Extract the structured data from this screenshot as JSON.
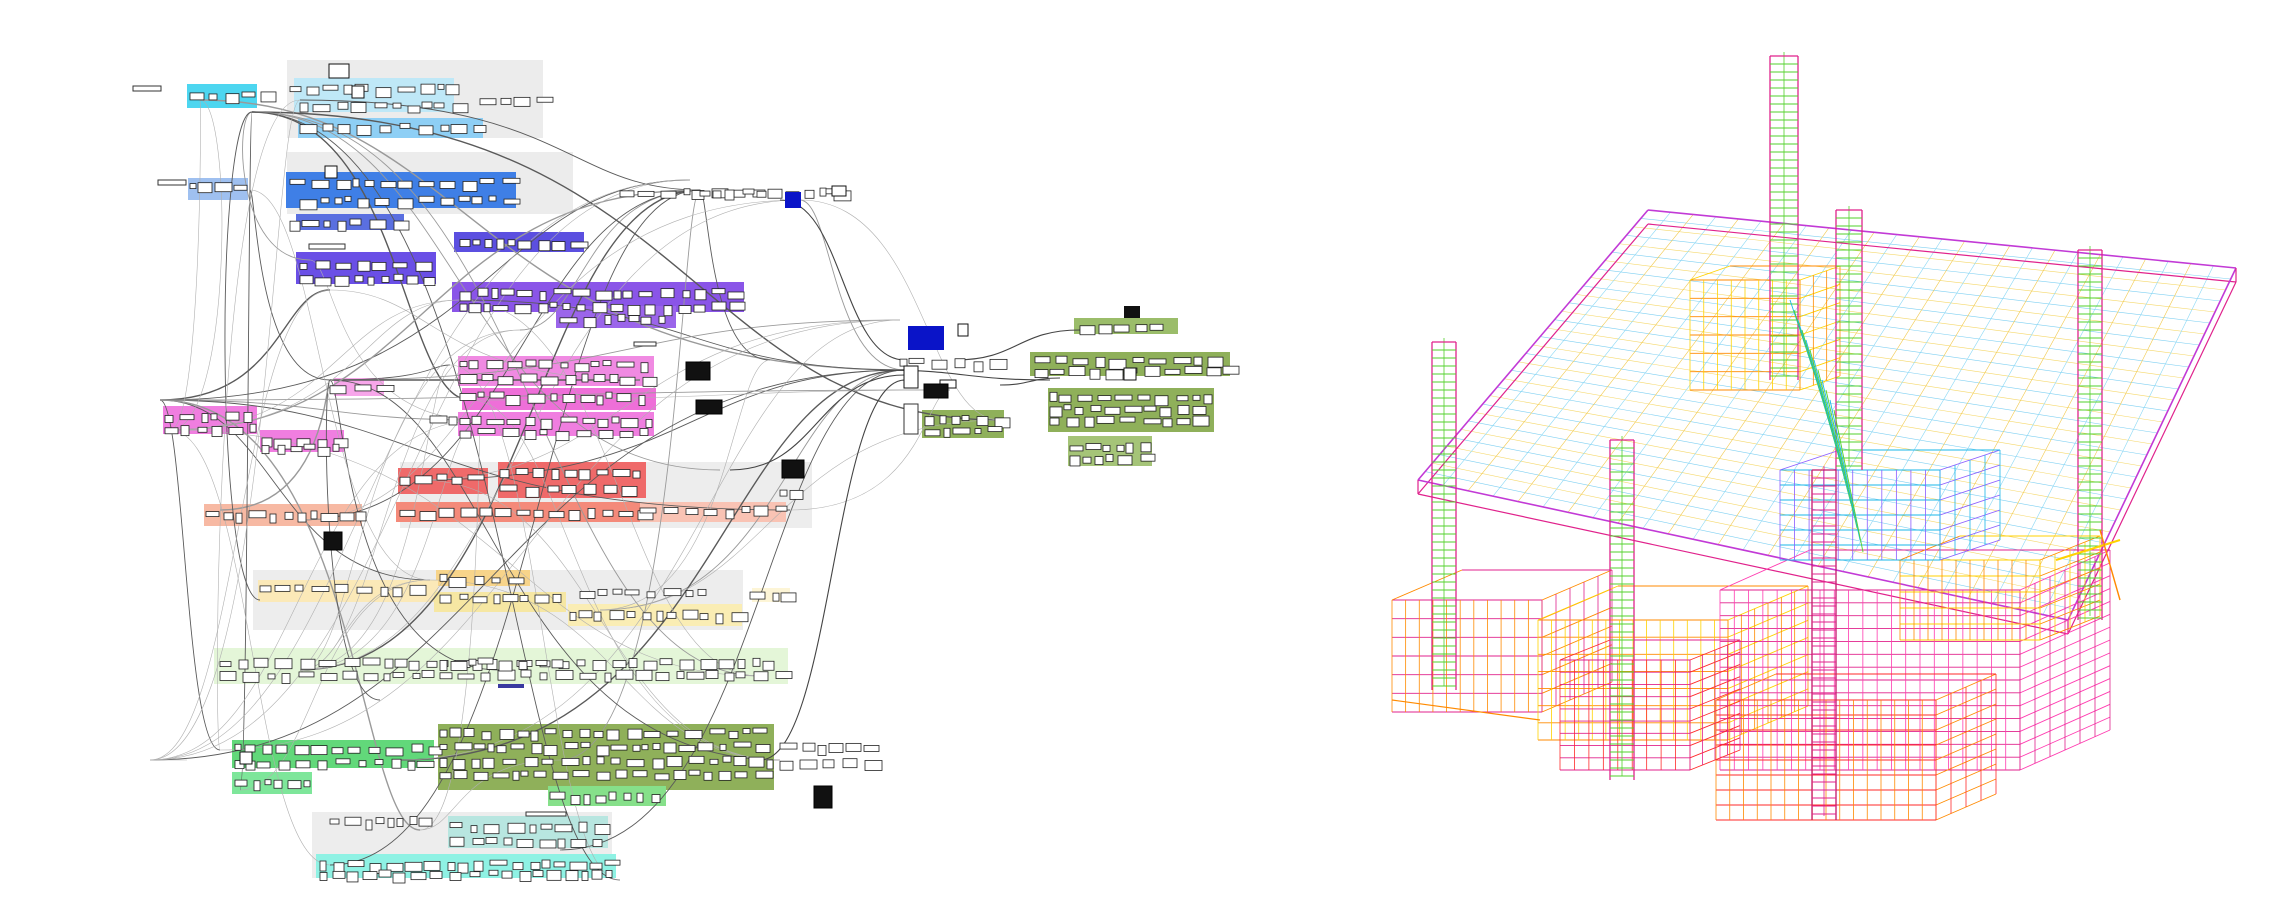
{
  "graph": {
    "groups": [
      {
        "id": "g-cyan-1",
        "color": "#4dd6f0"
      },
      {
        "id": "g-lightblue-1",
        "color": "#bfe8f7"
      },
      {
        "id": "g-blue-1",
        "color": "#3f7fe6"
      },
      {
        "id": "g-blue-2",
        "color": "#5a6fe0"
      },
      {
        "id": "g-violet-1",
        "color": "#6a4fe6"
      },
      {
        "id": "g-violet-2",
        "color": "#7a4de6"
      },
      {
        "id": "g-purple-1",
        "color": "#9b59e8"
      },
      {
        "id": "g-magenta-1",
        "color": "#f07ee0"
      },
      {
        "id": "g-magenta-2",
        "color": "#ee6fd8"
      },
      {
        "id": "g-red-1",
        "color": "#ef6a6a"
      },
      {
        "id": "g-salmon-1",
        "color": "#f4a78f"
      },
      {
        "id": "g-orange-1",
        "color": "#f7d48a"
      },
      {
        "id": "g-yellow-1",
        "color": "#f6e7a3"
      },
      {
        "id": "g-lightgreen-1",
        "color": "#dff4d0"
      },
      {
        "id": "g-green-1",
        "color": "#62d87a"
      },
      {
        "id": "g-olive-1",
        "color": "#8fb05a"
      },
      {
        "id": "g-teal-1",
        "color": "#4fe8d4"
      },
      {
        "id": "g-gray-1",
        "color": "#eeeeee"
      }
    ],
    "accent_blue": "#0a14c8",
    "wire_color": "#555555"
  },
  "model": {
    "palette": [
      "#e0228c",
      "#ff3bb0",
      "#ff8a00",
      "#ffd200",
      "#52d12b",
      "#1ab7e8",
      "#8a5cff",
      "#ff2a2a"
    ]
  }
}
